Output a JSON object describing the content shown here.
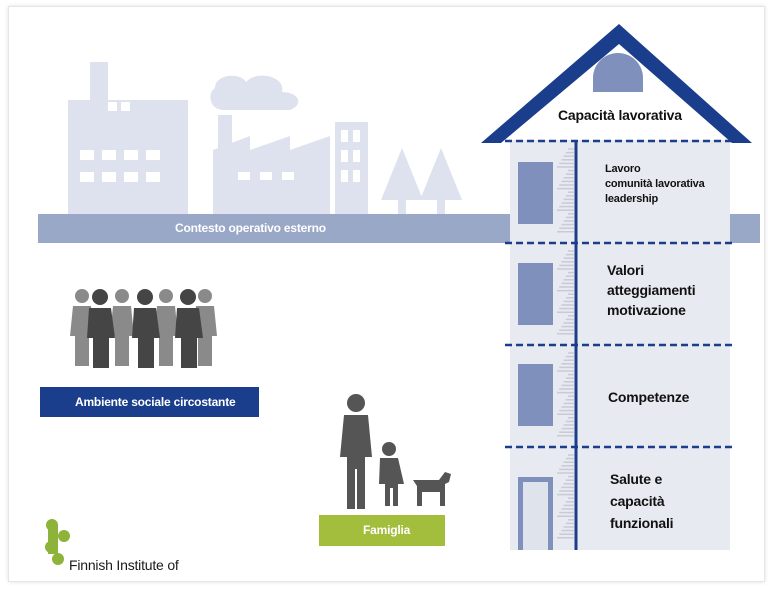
{
  "context_bar": {
    "label": "Contesto operativo esterno"
  },
  "social": {
    "label": "Ambiente sociale circostante"
  },
  "family": {
    "label": "Famiglia"
  },
  "house": {
    "roof_label": "Capacità lavorativa",
    "floors": [
      {
        "lines": [
          "Lavoro",
          "comunità lavorativa",
          "leadership"
        ]
      },
      {
        "lines": [
          "Valori",
          "atteggiamenti",
          "motivazione"
        ]
      },
      {
        "lines": [
          "Competenze"
        ]
      },
      {
        "lines": [
          "Salute e",
          "capacità",
          "funzionali"
        ]
      }
    ]
  },
  "logo": {
    "text": "Finnish Institute of"
  },
  "colors": {
    "navy": "#1a3e8c",
    "context_bar": "#9aa8c8",
    "city": "#dde2ee",
    "house_wall": "#e7eaf0",
    "window": "#8090bd",
    "people": "#5a5a5a",
    "family_bar": "#a3bd3c",
    "logo_green": "#8db33a"
  }
}
